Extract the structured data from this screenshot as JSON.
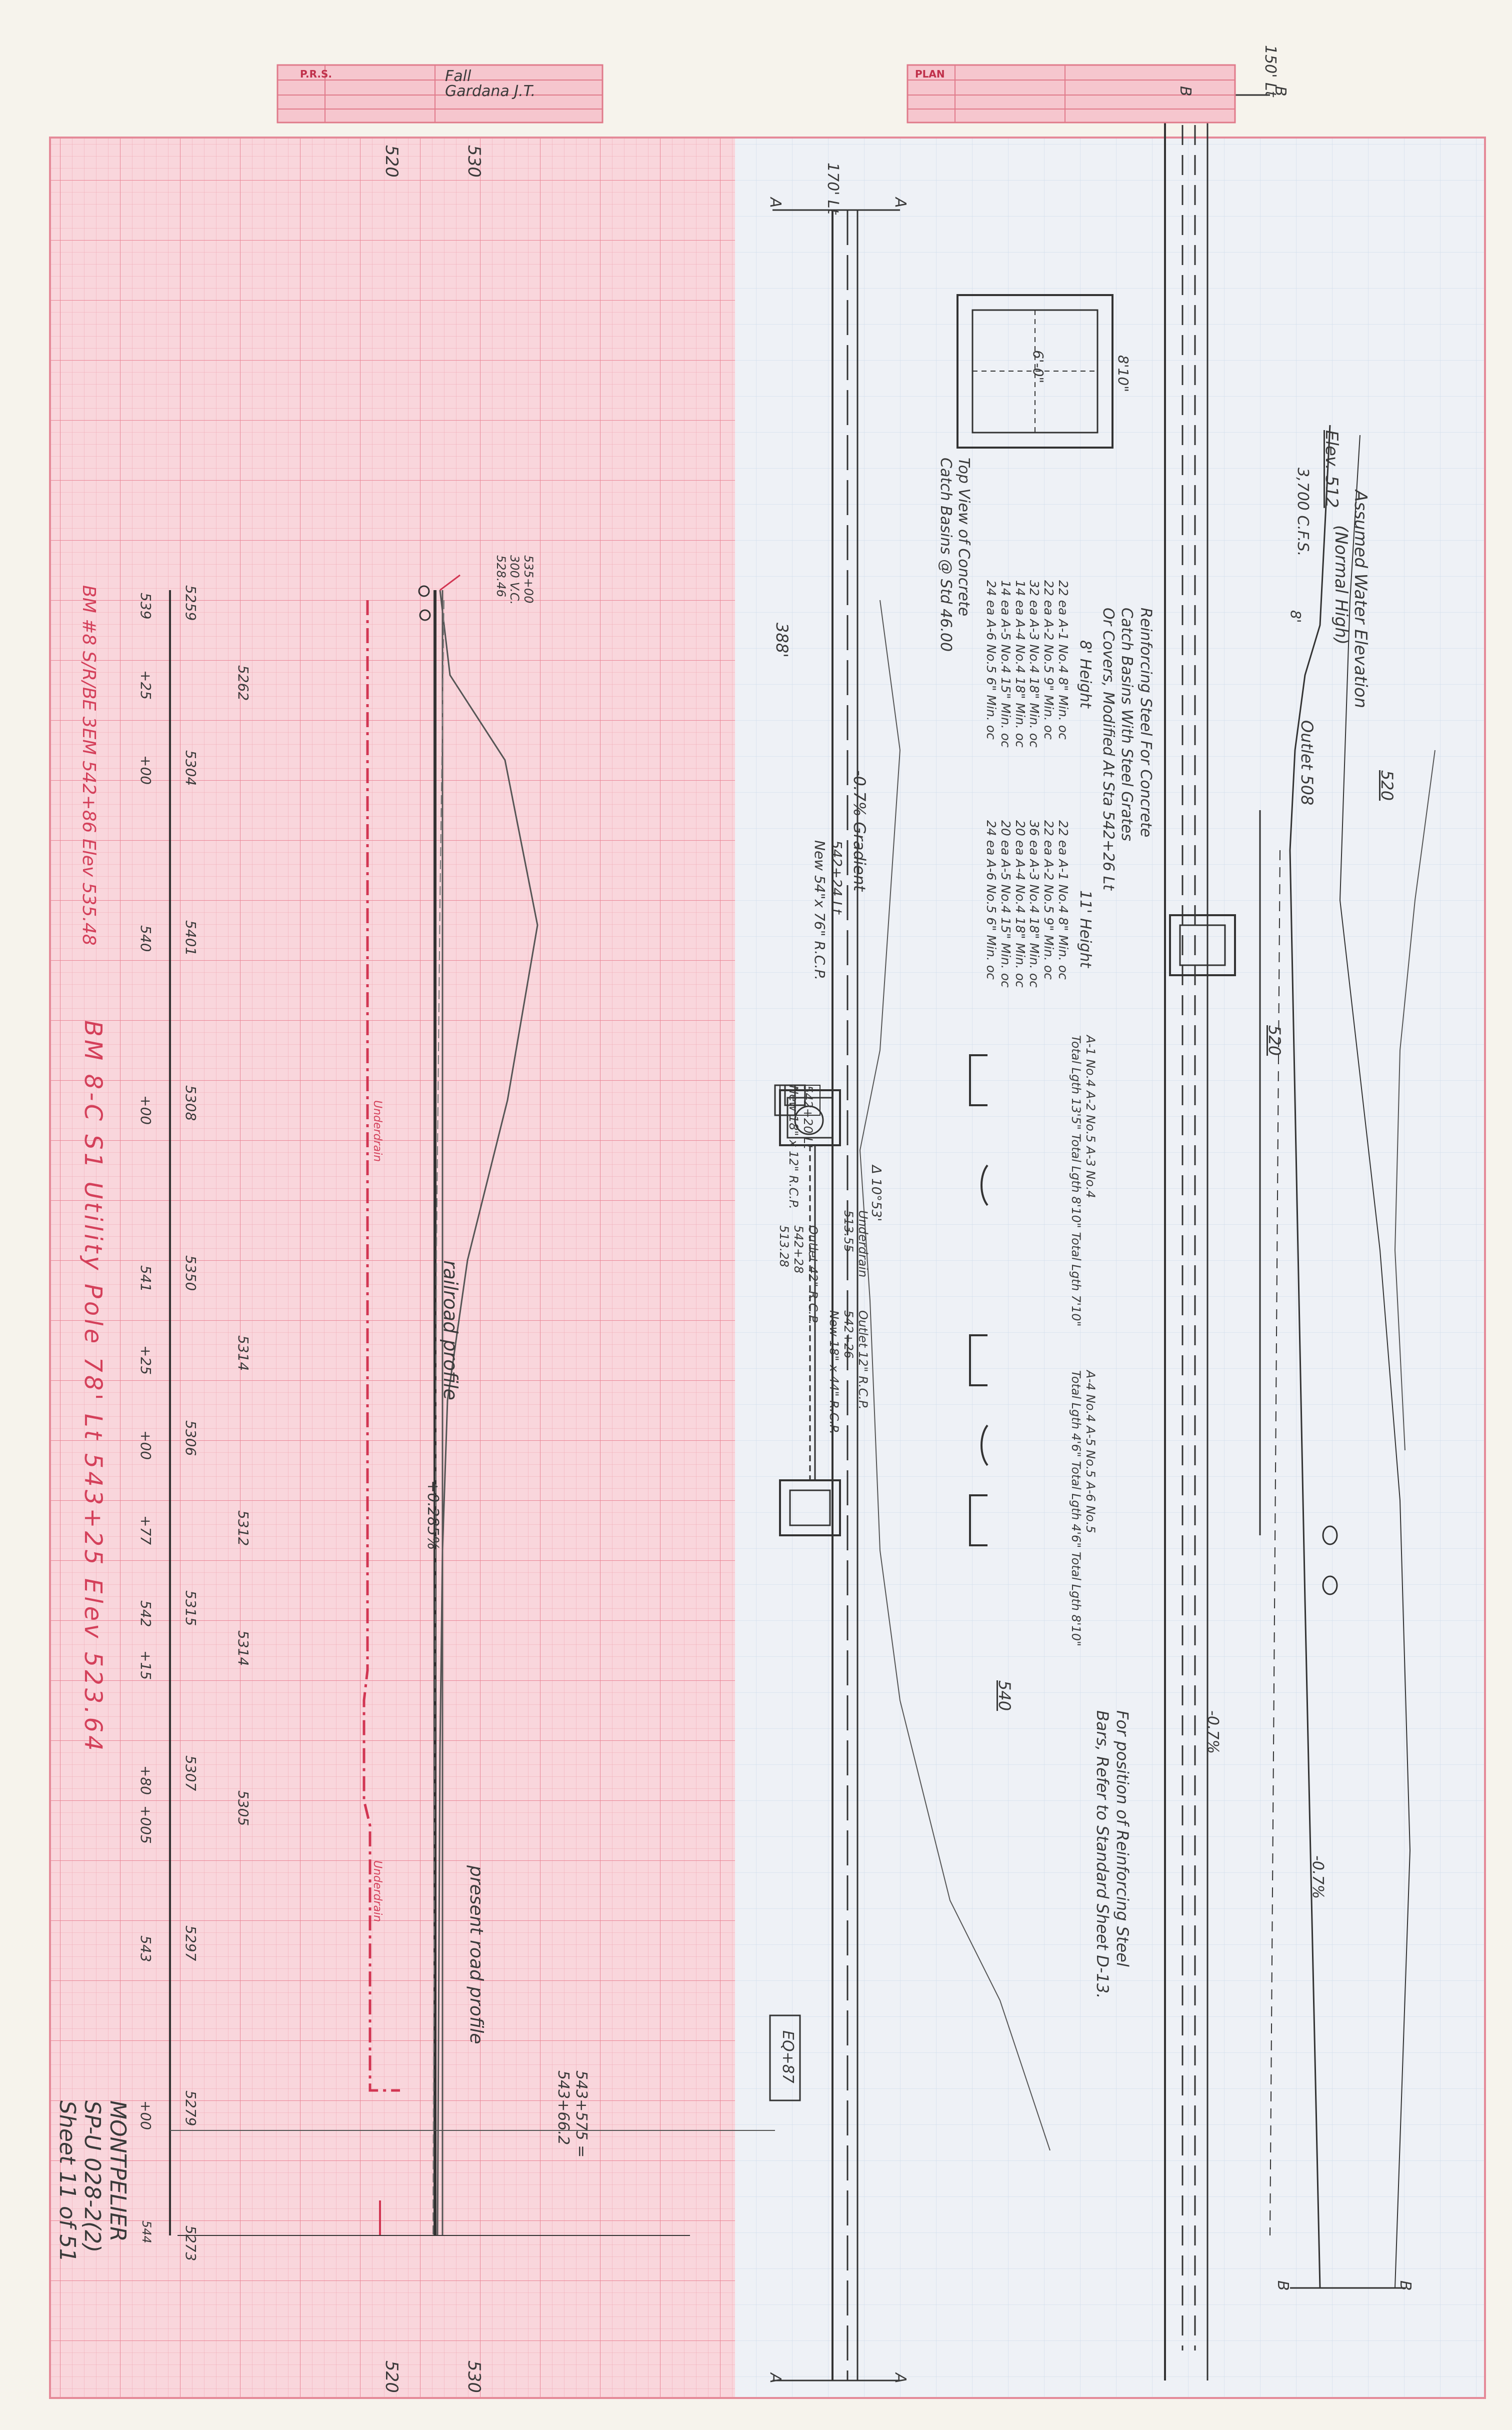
{
  "title_blocks": {
    "left": {
      "label": "P.R.S.",
      "name": "Fall",
      "designer": "Gardana J.T."
    },
    "right": {
      "label": "PLAN"
    }
  },
  "profile": {
    "elevations_top": [
      "520",
      "530"
    ],
    "elevations_bottom": [
      "520",
      "530"
    ],
    "station_labels": [
      "539",
      "+25",
      "+00",
      "540",
      "+00",
      "541",
      "+25",
      "+00",
      "+77",
      "542",
      "+15",
      "+80",
      "+005",
      "543",
      "+00",
      "544"
    ],
    "upper_elevations": [
      "5259",
      "5304",
      "5401",
      "5308",
      "5350",
      "5306",
      "5315",
      "5307",
      "5297",
      "5279",
      "5273"
    ],
    "ground_elevations": [
      "5262",
      "5314",
      "5312",
      "5314",
      "5305"
    ],
    "vc_note": [
      "535+00",
      "300 V.C.",
      "528.46"
    ],
    "underdrain_1": "Underdrain",
    "underdrain_2": "Underdrain",
    "railroad_profile": "railroad profile",
    "grade": "+0.285%",
    "present_road_profile": "present road profile",
    "bm_note_1": "BM #8 S/R/BE 3EM 542+86 Elev 535.48",
    "bm_note_2": "BM 8-C S1 Utility Pole 78' Lt 543+25 Elev 523.64",
    "station_note": [
      "543+575 =",
      "543+66.2"
    ],
    "eq_box": "EQ+87",
    "sheet_title": "MONTPELIER",
    "sheet_no": "SP-U 028-2(2)",
    "sheet_of": "Sheet 11 of 51"
  },
  "plan": {
    "line_a_top": "A",
    "line_a_bottom": "A",
    "line_b_top": "B",
    "line_b_bottom": "B",
    "offset_170": "170' Lt",
    "offset_150": "150' Lt",
    "water_elev": [
      "Assumed Water Elevation",
      "(Normal High)"
    ],
    "elev_512": "Elev. 512",
    "cfs": "3,700 C.F.S.",
    "dim_8": "8'",
    "outlet_508": "Outlet 508",
    "contour_520_a": "520",
    "contour_520_b": "520",
    "contour_540": "540",
    "grade_pct_1": "-0.7%",
    "grade_pct_2": "-0.7%",
    "catch_basin_caption": [
      "Top View of Concrete",
      "Catch Basins @ Std 46.00"
    ],
    "dim_6": "6'-0\"",
    "dim_8_10": "8'10\"",
    "reinf_title": [
      "Reinforcing Steel For Concrete",
      "Catch Basins With Steel Grates",
      "Or Covers, Modified At Sta 542+26 Lt"
    ],
    "height_8": "8' Height",
    "height_11": "11' Height",
    "schedule_8": [
      "22 ea  A-1  No.4 8\" Min. oc",
      "22 ea  A-2  No.5 9\" Min. oc",
      "32 ea  A-3  No.4 18\" Min. oc",
      "14 ea  A-4  No.4 18\" Min. oc",
      "14 ea  A-5  No.4 15\" Min. oc",
      "24 ea  A-6  No.5 6\" Min. oc"
    ],
    "schedule_11": [
      "22 ea  A-1  No.4 8\" Min. oc",
      "22 ea  A-2  No.5 9\" Min. oc",
      "36 ea  A-3  No.4 18\" Min. oc",
      "20 ea  A-4  No.4 18\" Min. oc",
      "20 ea  A-5  No.4 15\" Min. oc",
      "24 ea  A-6  No.5 6\" Min. oc"
    ],
    "bar_header_1": [
      "A-1 No.4   A-2 No.5   A-3 No.4",
      "Total Lgth 13'5\"  Total Lgth 8'10\"  Total Lgth 7'10\""
    ],
    "bar_header_2": [
      "A-4 No.4   A-5 No.5   A-6 No.5",
      "Total Lgth 4'6\"  Total Lgth 4'6\"  Total Lgth 8'10\""
    ],
    "gradient": "-0.7% Gradient",
    "pipe_1": [
      "542+24 Lt",
      "New 54\"x 76\" R.C.P."
    ],
    "pipe_2": [
      "542+20 Lt",
      "New 18\" x 12\" R.C.P."
    ],
    "pipe_3": [
      "Outlet 12\" R.C.P.",
      "542+26",
      "New 18\" x 44\" R.C.P."
    ],
    "delta": "Δ 10°53'",
    "underdrain_lbl": [
      "Underdrain",
      "513.55"
    ],
    "outlet_2": [
      "Outlet 42\" R.C.P.",
      "542+28",
      "513.28"
    ],
    "dim_388": "388'",
    "note_position": [
      "For position of Reinforcing Steel",
      "Bars, Refer to Standard Sheet D-13."
    ]
  }
}
